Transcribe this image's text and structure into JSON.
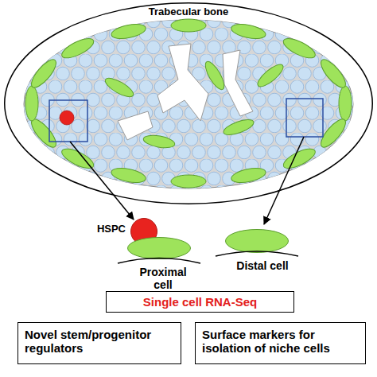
{
  "diagram": {
    "nodes": [
      {
        "text": [
          "Trabecular bone"
        ]
      },
      {
        "text": [
          "HSPC"
        ]
      },
      {
        "text": [
          "Proximal cell"
        ]
      },
      {
        "text": [
          "Distal cell"
        ]
      },
      {
        "text": [
          "Single cell RNA-Seq"
        ]
      },
      {
        "text": [
          "Novel stem/progenitor regulators"
        ]
      },
      {
        "text": [
          "Surface markers for isolation of niche cells"
        ]
      }
    ]
  }
}
